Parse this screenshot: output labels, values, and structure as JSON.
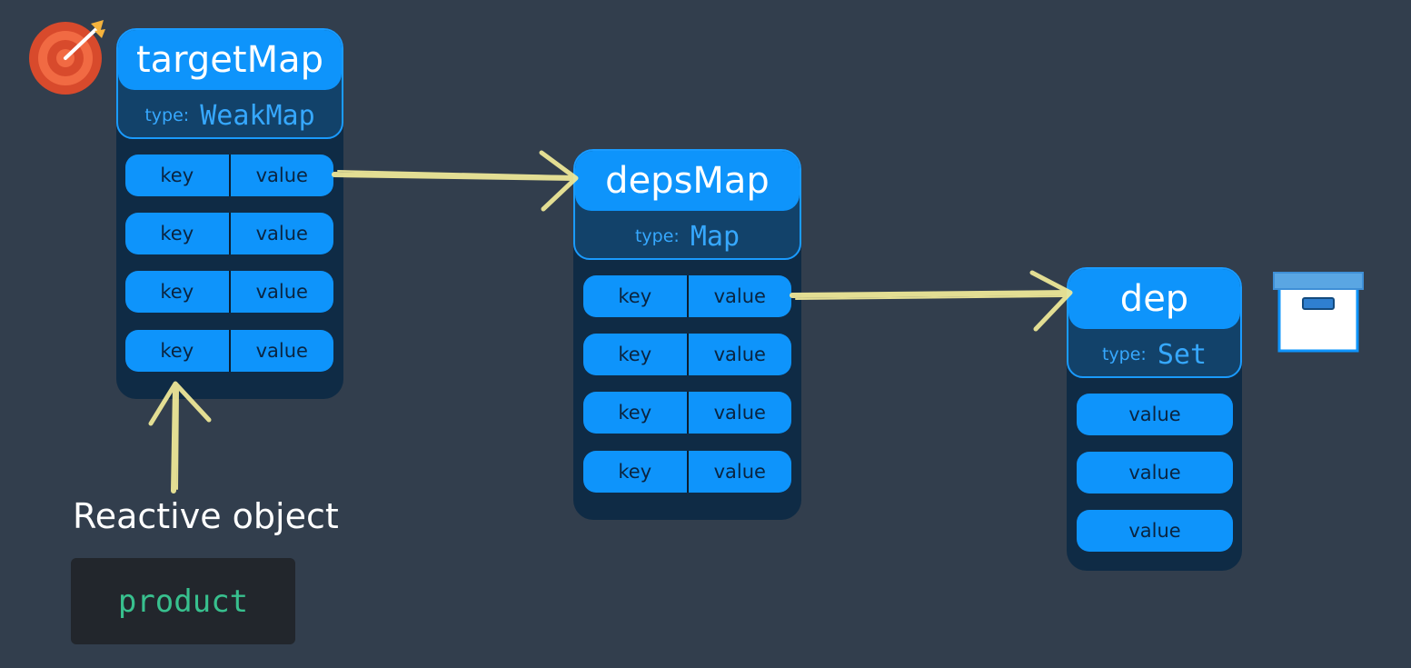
{
  "target_map": {
    "title": "targetMap",
    "type_label": "type:",
    "type_value": "WeakMap",
    "rows": [
      {
        "key": "key",
        "value": "value"
      },
      {
        "key": "key",
        "value": "value"
      },
      {
        "key": "key",
        "value": "value"
      },
      {
        "key": "key",
        "value": "value"
      }
    ]
  },
  "deps_map": {
    "title": "depsMap",
    "type_label": "type:",
    "type_value": "Map",
    "rows": [
      {
        "key": "key",
        "value": "value"
      },
      {
        "key": "key",
        "value": "value"
      },
      {
        "key": "key",
        "value": "value"
      },
      {
        "key": "key",
        "value": "value"
      }
    ]
  },
  "dep": {
    "title": "dep",
    "type_label": "type:",
    "type_value": "Set",
    "values": [
      "value",
      "value",
      "value"
    ]
  },
  "reactive": {
    "caption": "Reactive object",
    "code": "product"
  },
  "icons": {
    "target": "target-icon",
    "storage_box": "storage-box-icon"
  },
  "colors": {
    "background": "#323e4d",
    "accent_blue": "#0e94fb",
    "arrow_yellow": "#f3ec9a",
    "code_green": "#38c08e"
  }
}
